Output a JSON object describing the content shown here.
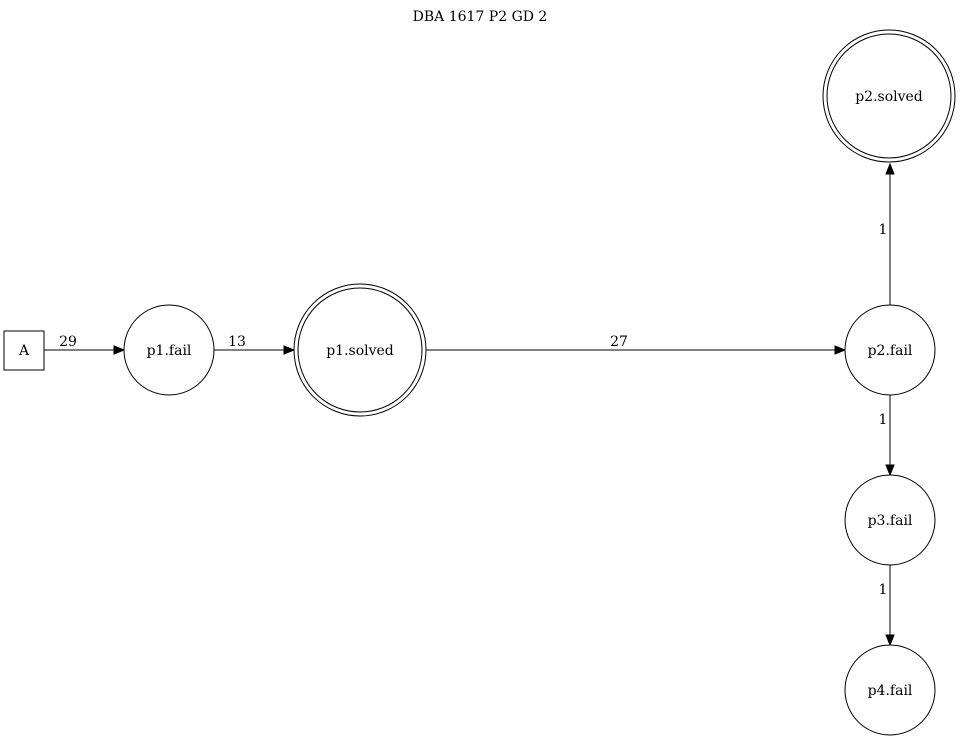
{
  "title": "DBA 1617 P2 GD 2",
  "nodes": {
    "A": {
      "label": "A",
      "shape": "box"
    },
    "p1_fail": {
      "label": "p1.fail",
      "shape": "circle"
    },
    "p1_solved": {
      "label": "p1.solved",
      "shape": "doublecircle"
    },
    "p2_fail": {
      "label": "p2.fail",
      "shape": "circle"
    },
    "p2_solved": {
      "label": "p2.solved",
      "shape": "doublecircle"
    },
    "p3_fail": {
      "label": "p3.fail",
      "shape": "circle"
    },
    "p4_fail": {
      "label": "p4.fail",
      "shape": "circle"
    }
  },
  "edges": [
    {
      "from": "A",
      "to": "p1.fail",
      "label": "29"
    },
    {
      "from": "p1.fail",
      "to": "p1.solved",
      "label": "13"
    },
    {
      "from": "p1.solved",
      "to": "p2.fail",
      "label": "27"
    },
    {
      "from": "p2.fail",
      "to": "p2.solved",
      "label": "1"
    },
    {
      "from": "p2.fail",
      "to": "p3.fail",
      "label": "1"
    },
    {
      "from": "p3.fail",
      "to": "p4.fail",
      "label": "1"
    }
  ],
  "colors": {
    "stroke": "#000000",
    "background": "#ffffff"
  }
}
